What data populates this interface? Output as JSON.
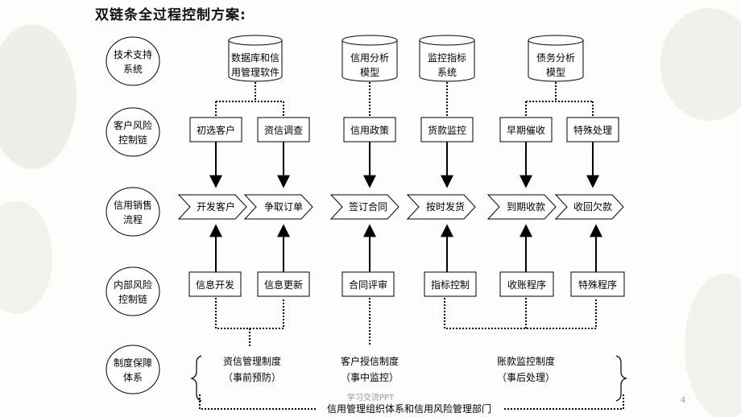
{
  "title": "双链条全过程控制方案:",
  "rows": {
    "tech": [
      "技术支持",
      "系统"
    ],
    "customer_risk": [
      "客户风险",
      "控制链"
    ],
    "sales": [
      "信用销售",
      "流程"
    ],
    "internal_risk": [
      "内部风险",
      "控制链"
    ],
    "system": [
      "制度保障",
      "体系"
    ]
  },
  "databases": {
    "db1": [
      "数据库和信",
      "用管理软件"
    ],
    "db2": [
      "信用分析",
      "模型"
    ],
    "db3": [
      "监控指标",
      "系统"
    ],
    "db4": [
      "债务分析",
      "模型"
    ]
  },
  "customer_chain": {
    "initial_select": "初选客户",
    "credit_investigation": "资信调查",
    "credit_policy": "信用政策",
    "goods_monitoring": "货款监控",
    "early_collection": "早期催收",
    "special_handling": "特殊处理"
  },
  "sales_flow": {
    "develop_customer": "开发客户",
    "win_order": "争取订单",
    "sign_contract": "签订合同",
    "ship_on_time": "按时发货",
    "collect_due": "到期收款",
    "recover_debt": "收回欠款"
  },
  "internal_chain": {
    "info_develop": "信息开发",
    "info_update": "信息更新",
    "contract_review": "合同评审",
    "indicator_control": "指标控制",
    "collection_procedure": "收账程序",
    "special_procedure": "特殊程序"
  },
  "system_items": {
    "item1": [
      "资信管理制度",
      "（事前预防）"
    ],
    "item2": [
      "客户授信制度",
      "（事中监控）"
    ],
    "item3": [
      "账款监控制度",
      "（事后处理）"
    ]
  },
  "bottom_label": "信用管理组织体系和信用风险管理部门",
  "watermark": "学习交流PPT",
  "page_number": "4"
}
